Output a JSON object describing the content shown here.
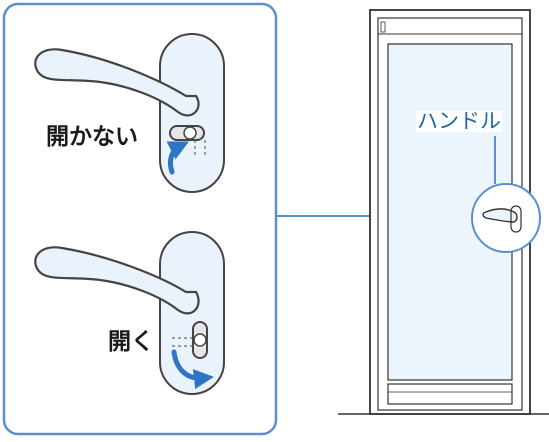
{
  "labels": {
    "closed": "開かない",
    "open": "開く",
    "handle": "ハンドル"
  },
  "colors": {
    "frame_blue": "#5b8fd1",
    "arrow_blue": "#2f74c5",
    "handle_label": "#1f66b3",
    "light_blue_fill": "#eaf2fb",
    "glass_fill": "#edf5fc",
    "line_dark": "#333333"
  },
  "icons": {
    "rotate_arrow_closed": "curved-arrow-icon",
    "rotate_arrow_open": "curved-arrow-icon"
  }
}
